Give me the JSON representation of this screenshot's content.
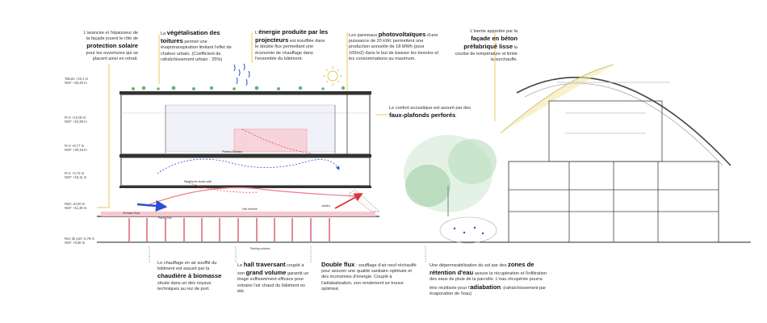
{
  "annotations": {
    "facade": {
      "pre": "L'avancée et l'épaisseur de la façade jouent le rôle de",
      "bold": "protection solaire",
      "post": "pour les ouvertures qui se placent ainsi en retrait."
    },
    "roof": {
      "pre": "La",
      "bold": "végétalisation des toitures",
      "post": "permet une évapotranspiration limitant l'effet de chaleur urbain. (Coefficient de rafraîchissement urbain : 25%)"
    },
    "energy": {
      "pre": "L'",
      "bold": "énergie produite par les projecteurs",
      "post": "est insufflée dans le double flux permettant une économie de chauffage dans l'ensemble du bâtiment."
    },
    "pv": {
      "pre": "Les panneaux",
      "bold": "photovoltaïques",
      "post": "d'une puissance de 20 kWc permettent une production annuelle de 18 MWh (pour 100m2) dans le but de baisser les besoins et les consommations au maximum."
    },
    "inertia": {
      "pre": "L'inertie apportée par la",
      "bold": "façade en béton préfabriqué lisse",
      "post": "la courbe de température et limite la surchauffe."
    },
    "acoustic": {
      "pre": "Le confort acoustique est assuré par des",
      "bold": "faux-plafonds perforés",
      "post": "."
    },
    "heating": {
      "pre": "Le chauffage en air soufflé du bâtiment est assuré par la",
      "bold": "chaudière à biomasse",
      "post": "située dans un des noyaux techniques au rez de port."
    },
    "hall": {
      "pre": "Le",
      "bold": "hall traversant",
      "mid": "couplé à son",
      "bold2": "grand volume",
      "post": "garantit un tirage suffisamment efficace pour extraire l'air chaud du bâtiment en été."
    },
    "double_flux": {
      "bold": "Double flux",
      "post": ": soufflage d'air neuf réchauffé pour assurer une qualité sanitaire optimale et des économies d'énergie. Couplé à l'adiabatisation, son rendement se trouve optimisé."
    },
    "retention": {
      "pre": "Une dépermeabilisation du sol par des",
      "bold": "zones de rétention d'eau",
      "mid": "assure la récupération et l'infiltration des eaux de pluie de la parcelle. L'eau récupérée pourra être réutilisée pour l'",
      "bold2": "adiabation",
      "post": ". (rafraîchissement par évaporation de l'eau)"
    }
  },
  "levels": [
    {
      "name": "Toiture +19,1 m",
      "ngf": "NGF +30,49 m"
    },
    {
      "name": "R+2 +13,00 m",
      "ngf": "NGF +24,39 m"
    },
    {
      "name": "R+2 +8,77 m",
      "ngf": "NGF +20,16 m"
    },
    {
      "name": "R+1 +4,72 m",
      "ngf": "NGF +16,11 m"
    },
    {
      "name": "RDC ±0,00 m",
      "ngf": "NGF +11,39 m"
    },
    {
      "name": "Rez de port -5,79 m",
      "ngf": "NGF +5,60 m"
    }
  ],
  "labels": {
    "terrasse": "Terrasse Roof",
    "plateforme": "Plateforme studio salle",
    "parvis": "Parvis Sud",
    "hall": "Hall d'entrée",
    "jardin": "Jardins",
    "parking": "Parking voitures",
    "plateau": "Plateau Bureaux"
  },
  "colors": {
    "accent_blue": "#2a4fd6",
    "heat_red": "#e0303a",
    "pink": "#f07a8a",
    "callout_yellow": "#e6b419",
    "vegetation": "#6fb07a"
  }
}
